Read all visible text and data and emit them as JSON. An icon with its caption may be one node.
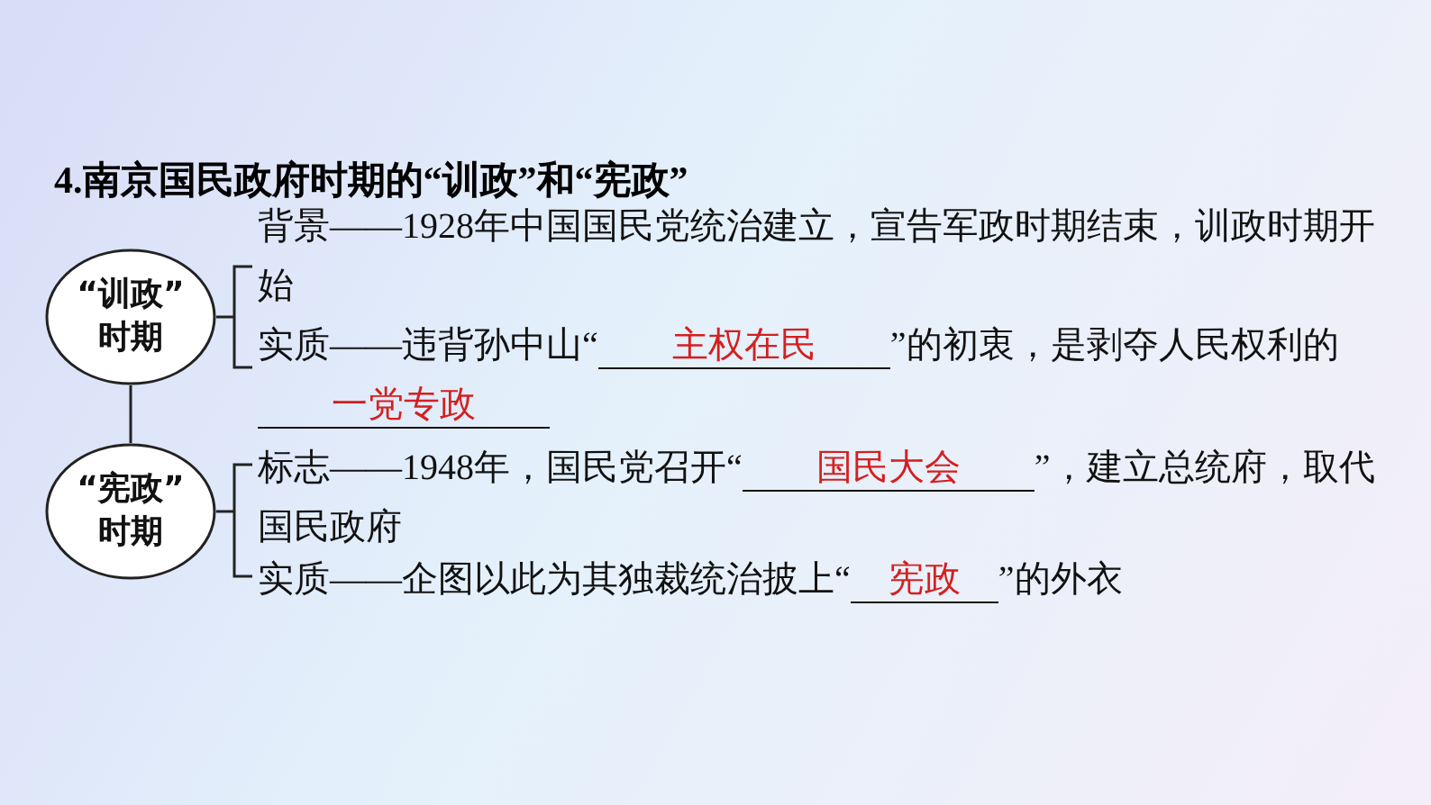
{
  "diagram": {
    "title": "4.南京国民政府时期的“训政”和“宪政”",
    "nodes": [
      {
        "text": [
          "“训政”",
          "时期"
        ]
      },
      {
        "text": [
          "“宪政”",
          "时期"
        ]
      }
    ],
    "edges": [
      {
        "from": 0,
        "to": 1,
        "arrow": "none"
      }
    ],
    "labels": [
      "背景——1928年中国国民党统治建立，宣告军政时期结束，训政时期开始",
      "实质——违背孙中山“",
      "主权在民",
      "”的初衷，是剥夺人民权利的",
      "一党专政",
      "标志——1948年，国民党召开“",
      "国民大会",
      "”，建立总统府，取代国民政府",
      "实质——企图以此为其独裁统治披上“",
      "宪政",
      "”的外衣"
    ]
  }
}
